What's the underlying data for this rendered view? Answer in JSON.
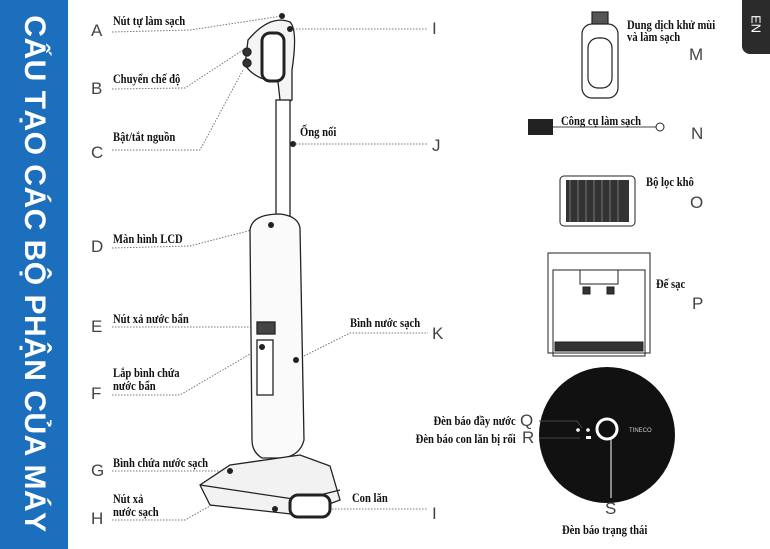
{
  "title": "CẤU TẠO CÁC BỘ PHẬN CỦA MÁY",
  "language_tab": "EN",
  "parts_left": [
    {
      "letter": "A",
      "label": "Nút tự làm sạch"
    },
    {
      "letter": "B",
      "label": "Chuyển chế độ"
    },
    {
      "letter": "C",
      "label": "Bật/tắt nguồn"
    },
    {
      "letter": "D",
      "label": "Màn hình LCD"
    },
    {
      "letter": "E",
      "label": "Nút xả nước bẩn"
    },
    {
      "letter": "F",
      "label_line1": "Lắp bình chứa",
      "label_line2": "nước bẩn"
    },
    {
      "letter": "G",
      "label": "Bình chứa nước sạch"
    },
    {
      "letter": "H",
      "label_line1": "Nút xả",
      "label_line2": "nước sạch"
    }
  ],
  "parts_right": [
    {
      "letter": "I",
      "label": ""
    },
    {
      "letter": "J",
      "label": "Ống nối"
    },
    {
      "letter": "K",
      "label": "Bình nước sạch"
    },
    {
      "letter": "I",
      "label": "Con lăn"
    }
  ],
  "accessories": [
    {
      "letter": "M",
      "label_line1": "Dung dịch khử mùi",
      "label_line2": "và làm sạch"
    },
    {
      "letter": "N",
      "label": "Công cụ làm sạch"
    },
    {
      "letter": "O",
      "label": "Bộ lọc khô"
    },
    {
      "letter": "P",
      "label": "Đế sạc"
    }
  ],
  "indicators": [
    {
      "letter": "Q",
      "label": "Đèn báo đầy nước"
    },
    {
      "letter": "R",
      "label": "Đèn báo con lăn bị rối"
    },
    {
      "letter": "S",
      "label": "Đèn báo trạng thái"
    }
  ],
  "brand_logo": "TINECO",
  "colors": {
    "sidebar": "#1b6fbd",
    "tab": "#2b2b2b"
  }
}
